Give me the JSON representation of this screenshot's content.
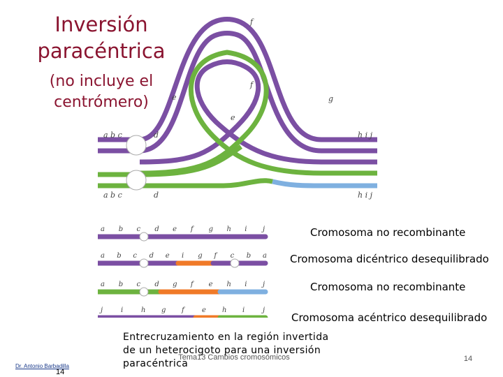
{
  "title": "Inversión paracéntrica",
  "subtitle": "(no incluye el centrómero)",
  "diagram_gene_labels": {
    "top_left": "a  b  c",
    "top_d": "d",
    "upper_e": "e",
    "upper_f": "f",
    "inner_f": "f",
    "inner_e": "e",
    "upper_g": "g",
    "top_right": "h  i  j",
    "bottom_left": "a  b  c",
    "bottom_d": "d",
    "bottom_right": "h  i  j"
  },
  "products": [
    {
      "label": "Cromosoma no recombinante",
      "genes": [
        "a",
        "b",
        "c",
        "d",
        "e",
        "f",
        "g",
        "h",
        "i",
        "j"
      ]
    },
    {
      "label": "Cromosoma dicéntrico desequilibrado",
      "genes": [
        "a",
        "b",
        "c",
        "d",
        "e",
        "i",
        "g",
        "f",
        "c",
        "b",
        "a"
      ]
    },
    {
      "label": "Cromosoma no recombinante",
      "genes": [
        "a",
        "b",
        "c",
        "d",
        "g",
        "f",
        "e",
        "h",
        "i",
        "j"
      ]
    },
    {
      "label": "Cromosoma acéntrico desequilibrado",
      "genes": [
        "j",
        "i",
        "h",
        "g",
        "f",
        "e",
        "h",
        "i",
        "j"
      ]
    }
  ],
  "caption": "Entrecruzamiento en la región invertida de un heterocigoto para una inversión paracéntrica",
  "footer": {
    "center": "Tema13 Cambios cromosómicos",
    "page": "14",
    "author": "Dr. Antonio Barbadilla",
    "author_page": "14"
  },
  "colors": {
    "purple": "#7b4fa3",
    "green": "#6db33f",
    "orange": "#f07a28",
    "blue": "#7fb0e0",
    "title": "#8a1430"
  }
}
